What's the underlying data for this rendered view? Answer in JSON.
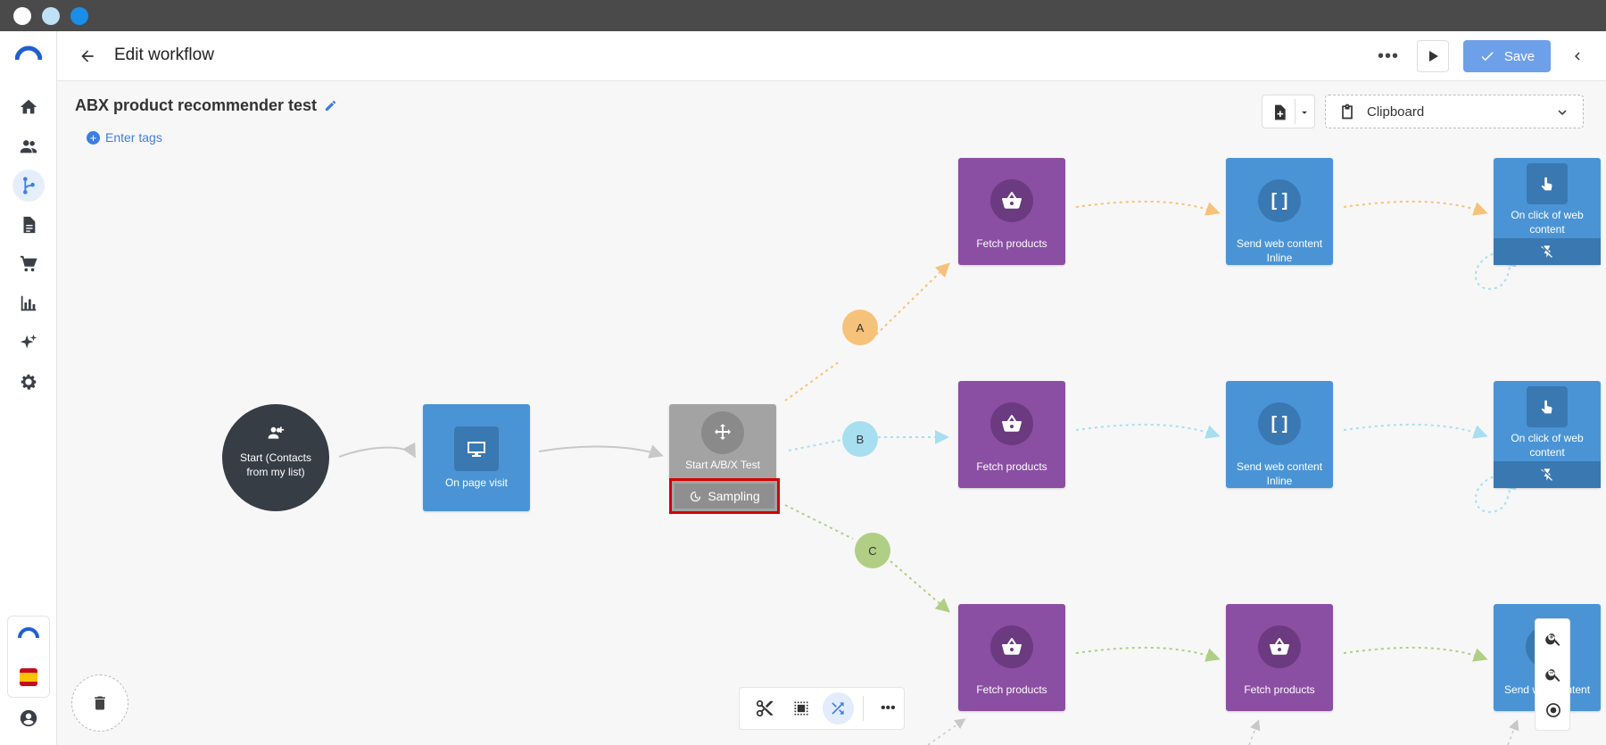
{
  "header": {
    "title": "Edit workflow",
    "more_label": "•••",
    "save_label": "Save"
  },
  "workflow": {
    "name": "ABX product recommender test",
    "tags_label": "Enter tags"
  },
  "clipboard": {
    "label": "Clipboard"
  },
  "nodes": {
    "start": "Start (Contacts from my list)",
    "page_visit": "On page visit",
    "abx": "Start A/B/X Test",
    "sampling": "Sampling",
    "fetch_a": "Fetch products",
    "fetch_b": "Fetch products",
    "fetch_c": "Fetch products",
    "fetch_c2": "Fetch products",
    "send_a": "Send web content Inline",
    "send_b": "Send web content Inline",
    "click_a": "On click of web content",
    "click_b": "On click of web content",
    "send_c": "Send web content"
  },
  "branches": {
    "a": "A",
    "b": "B",
    "c": "C"
  },
  "colors": {
    "accent": "#3d7fe0",
    "purple": "#8a4ea2",
    "blue": "#4a94d6",
    "branch_a": "#f6c27a",
    "branch_b": "#a8dff0",
    "branch_c": "#b0cf85",
    "highlight": "#d40000"
  },
  "bottom_tools": {
    "more_label": "•••"
  }
}
